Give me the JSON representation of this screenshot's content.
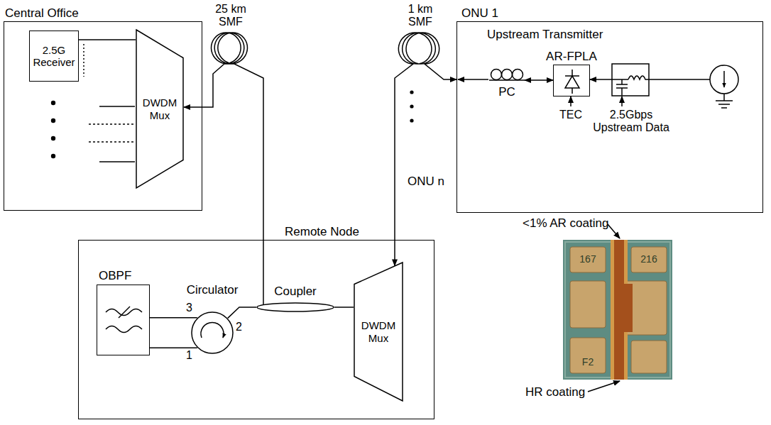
{
  "diagram": {
    "nodes": [
      {
        "text": [
          "Central Office"
        ]
      },
      {
        "text": [
          "2.5G Receiver"
        ],
        "in": 0
      },
      {
        "text": [
          "DWDM Mux"
        ],
        "in": 0
      },
      {
        "text": [
          "Remote Node"
        ]
      },
      {
        "text": [
          "OBPF"
        ],
        "in": 3
      },
      {
        "text": [
          "Circulator"
        ],
        "in": 3
      },
      {
        "text": [
          "Coupler"
        ],
        "in": 3
      },
      {
        "text": [
          "DWDM Mux"
        ],
        "in": 3
      },
      {
        "text": [
          "ONU 1",
          "Upstream Transmitter"
        ]
      },
      {
        "text": [
          "AR-FPLA"
        ],
        "in": 8
      },
      {
        "text": [
          "PC"
        ],
        "in": 8
      }
    ],
    "edges": [
      {
        "from": 1,
        "to": 2,
        "arrow": "none"
      },
      {
        "from": 6,
        "to": 2,
        "arrow": "to"
      },
      {
        "from": 7,
        "to": 8,
        "arrow": "both"
      },
      {
        "from": 6,
        "to": 7,
        "arrow": "none"
      },
      {
        "from": 6,
        "to": 5,
        "arrow": "none"
      },
      {
        "from": 5,
        "to": 4,
        "arrow": "none"
      },
      {
        "from": 4,
        "to": 5,
        "arrow": "none"
      },
      {
        "from": 10,
        "to": 9,
        "arrow": "both"
      }
    ],
    "labels": [
      "25 km SMF",
      "1 km SMF",
      "ONU n",
      "TEC",
      "2.5Gbps Upstream Data",
      "3",
      "2",
      "1",
      "<1% AR coating",
      "HR coating",
      "167",
      "216",
      "F2"
    ]
  }
}
